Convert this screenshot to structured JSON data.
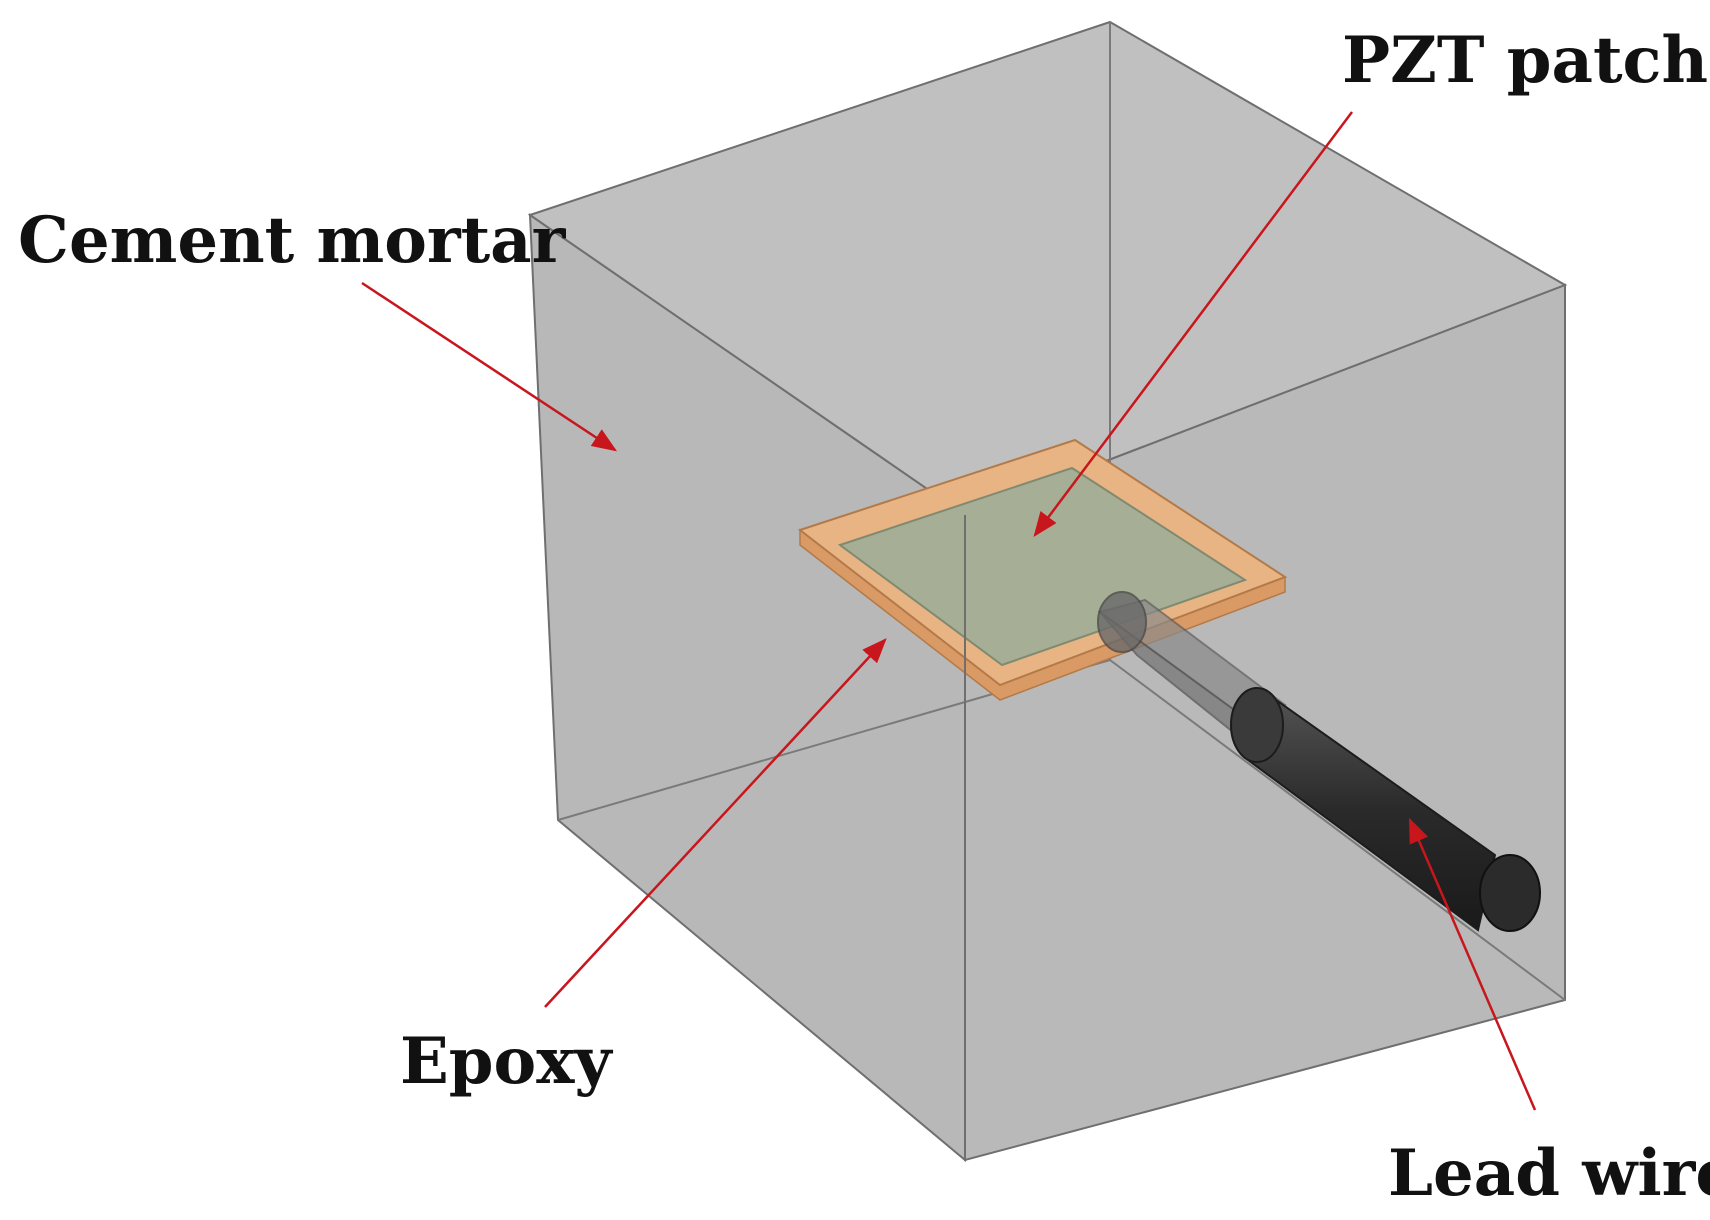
{
  "labels": {
    "cement_mortar": "Cement mortar",
    "pzt_patch": "PZT patch",
    "epoxy": "Epoxy",
    "lead_wire": "Lead wire"
  },
  "colors": {
    "cube_fill": "#bcbbbb",
    "cube_edge": "#6f6f6f",
    "epoxy": "#e8b484",
    "pzt": "#a6af95",
    "wire": "#2b2b2b",
    "arrow": "#c8161d"
  }
}
